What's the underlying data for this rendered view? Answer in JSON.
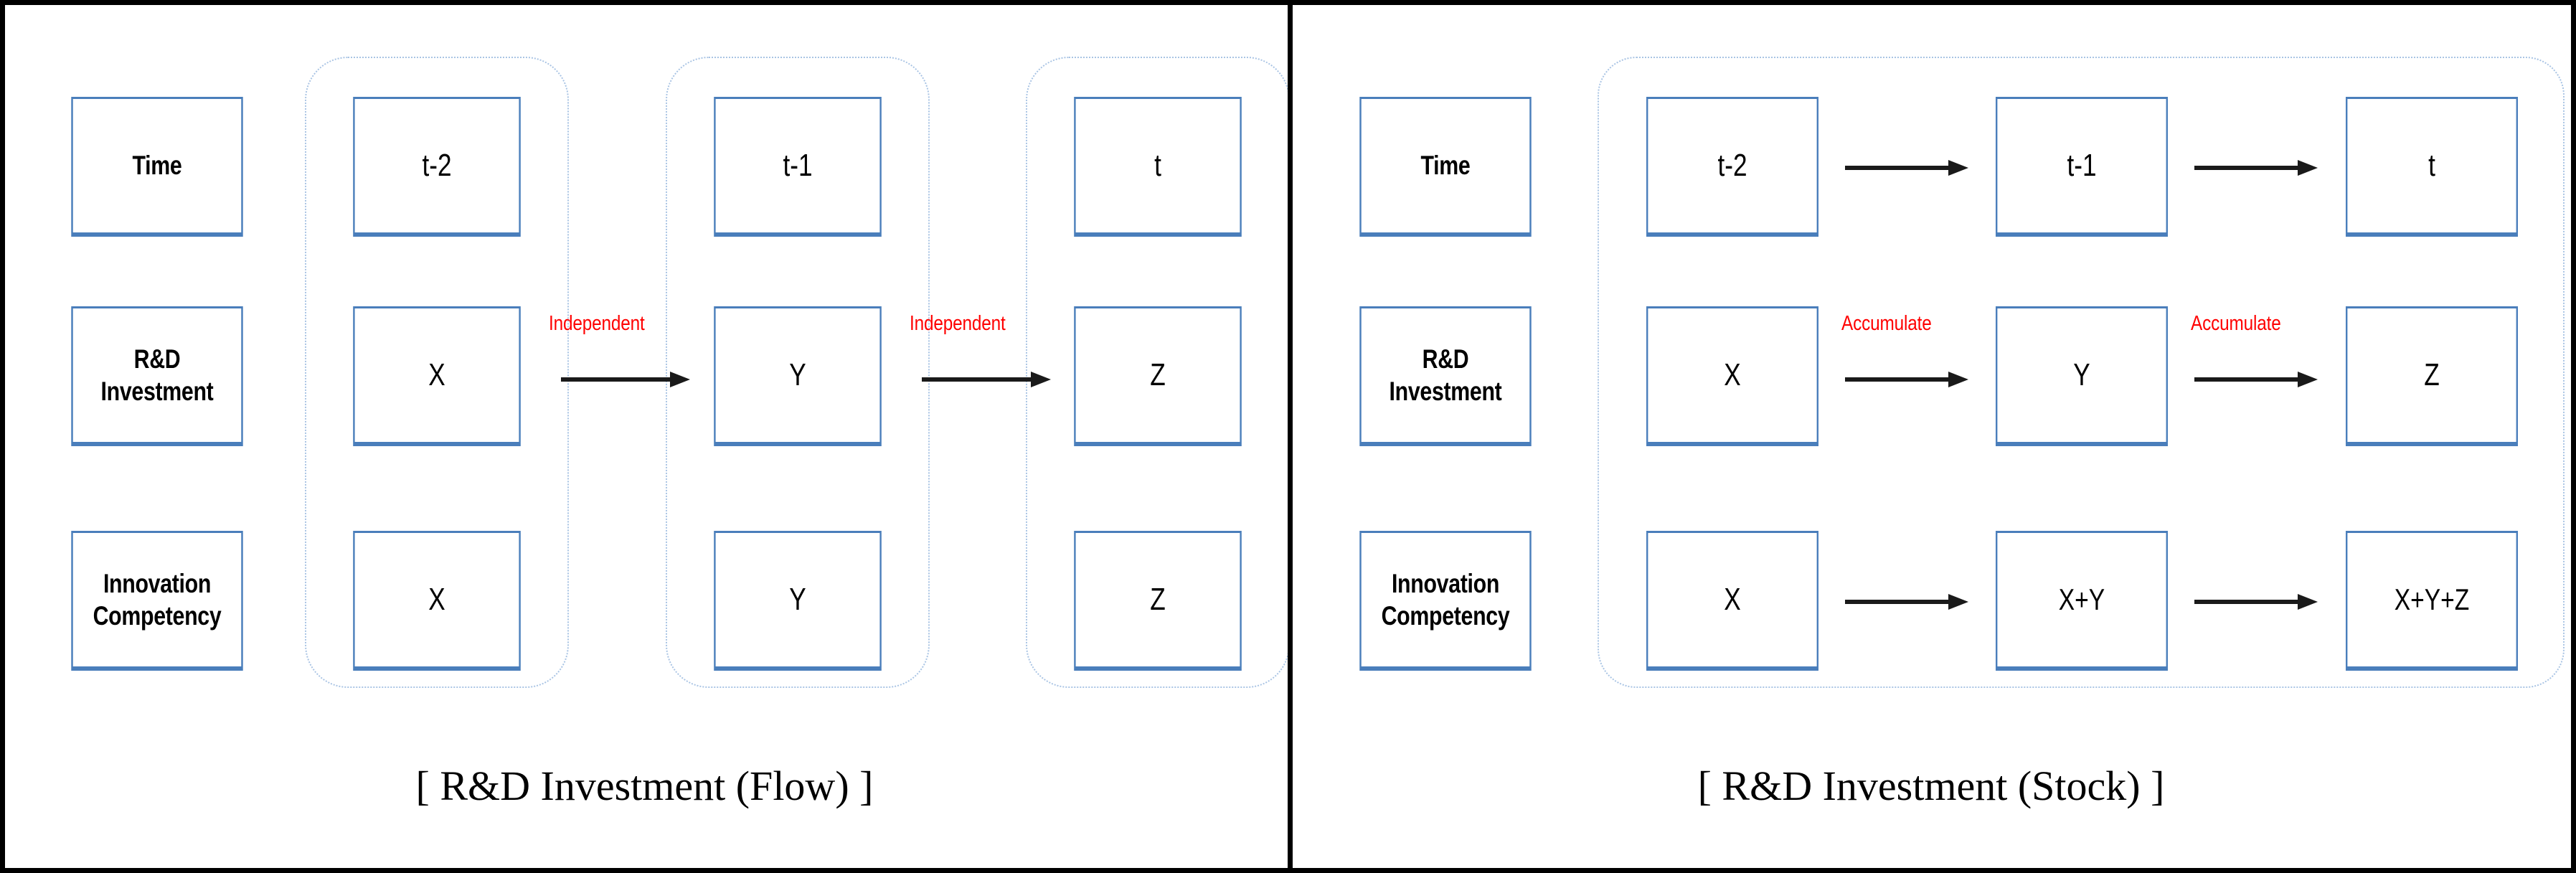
{
  "figure": {
    "title": "R&D Investment: Flow vs. Stock conceptual diagram",
    "accent_blue": "#4a7ebb",
    "frame_blue": "#a9c4e4",
    "label_red": "#ff0000",
    "border_black": "#000000"
  },
  "panels": [
    {
      "id": "flow",
      "caption": "[ R&D Investment (Flow) ]",
      "row_labels": [
        {
          "label": "Time"
        },
        {
          "label": "R&D\nInvestment",
          "line1": "R&D",
          "line2": "Investment"
        },
        {
          "label": "Innovation\nCompetency",
          "line1": "Innovation",
          "line2": "Competency"
        }
      ],
      "columns": [
        {
          "time": "t-2",
          "rd_investment": "X",
          "innovation_competency": "X"
        },
        {
          "time": "t-1",
          "rd_investment": "Y",
          "innovation_competency": "Y"
        },
        {
          "time": "t",
          "rd_investment": "Z",
          "innovation_competency": "Z"
        }
      ],
      "edge_labels": [
        "Independent",
        "Independent"
      ],
      "arrow_rows": [
        "rd_investment"
      ],
      "grouping": "per-column"
    },
    {
      "id": "stock",
      "caption": "[ R&D Investment (Stock) ]",
      "row_labels": [
        {
          "label": "Time"
        },
        {
          "label": "R&D\nInvestment",
          "line1": "R&D",
          "line2": "Investment"
        },
        {
          "label": "Innovation\nCompetency",
          "line1": "Innovation",
          "line2": "Competency"
        }
      ],
      "columns": [
        {
          "time": "t-2",
          "rd_investment": "X",
          "innovation_competency": "X"
        },
        {
          "time": "t-1",
          "rd_investment": "Y",
          "innovation_competency": "X+Y"
        },
        {
          "time": "t",
          "rd_investment": "Z",
          "innovation_competency": "X+Y+Z"
        }
      ],
      "edge_labels": [
        "Accumulate",
        "Accumulate"
      ],
      "arrow_rows": [
        "time",
        "rd_investment",
        "innovation_competency"
      ],
      "grouping": "single-enclosing"
    }
  ]
}
